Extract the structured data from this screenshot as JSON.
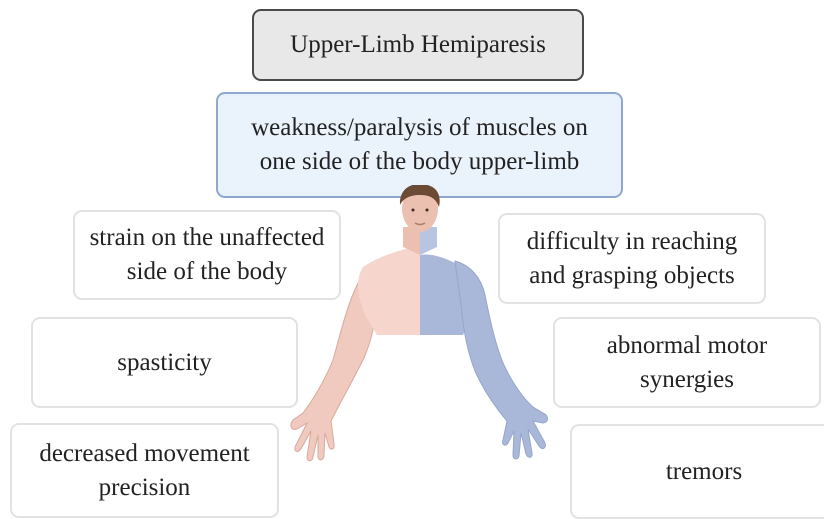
{
  "title": "Upper-Limb Hemiparesis",
  "definition": "weakness/paralysis of muscles on one side of the body upper-limb",
  "symptoms": {
    "strain": "strain on the unaffected side of the body",
    "spasticity": "spasticity",
    "precision": "decreased movement precision",
    "reaching": "difficulty in reaching and grasping objects",
    "synergies": "abnormal motor synergies",
    "tremors": "tremors"
  },
  "colors": {
    "title_fill": "#e8e8e8",
    "title_border": "#4a4a4a",
    "definition_fill": "#eaf2fc",
    "definition_border": "#8fa8cf",
    "affected_side": "#a9b8d9",
    "unaffected_skin": "#f0c9bf",
    "torso_unaffected": "#f6d6cc"
  }
}
